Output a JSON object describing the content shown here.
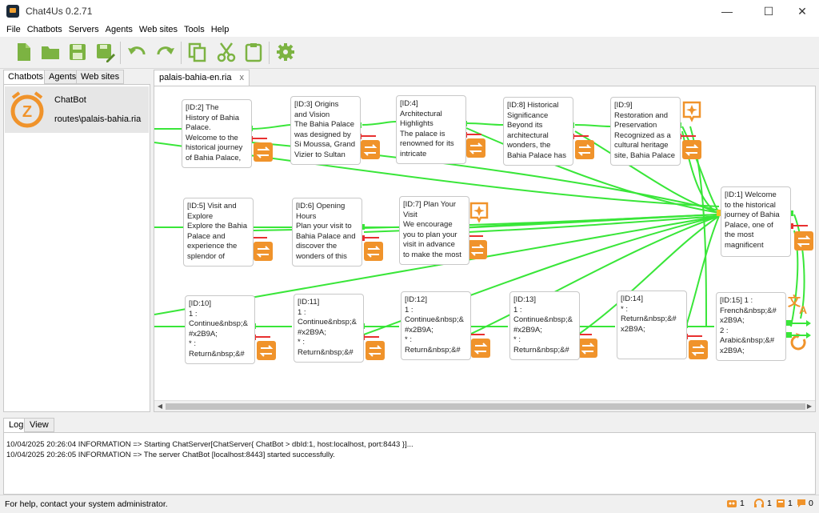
{
  "window": {
    "title": "Chat4Us 0.2.71",
    "minimize": "—",
    "maximize": "☐",
    "close": "✕"
  },
  "menu": [
    "File",
    "Chatbots",
    "Servers",
    "Agents",
    "Web sites",
    "Tools",
    "Help"
  ],
  "toolbar": {
    "icons": [
      "new-file-icon",
      "open-folder-icon",
      "save-icon",
      "save-as-icon",
      "undo-icon",
      "redo-icon",
      "copy-icon",
      "cut-icon",
      "paste-icon",
      "settings-icon"
    ],
    "accent": "#7cb342"
  },
  "left_panel": {
    "tabs": [
      "Chatbots",
      "Agents",
      "Web sites"
    ],
    "chatbot": {
      "name": "ChatBot",
      "route": "routes\\palais-bahia.ria",
      "icon_letter": "Z"
    },
    "icon_color": "#f0932b"
  },
  "editor": {
    "tab_label": "palais-bahia-en.ria",
    "tab_close": "x",
    "edge_color": "#39e639",
    "nodes": [
      {
        "id": "n2",
        "text": "[ID:2] The\nHistory of Bahia\nPalace.\nWelcome to the\nhistorical journey\nof Bahia Palace,"
      },
      {
        "id": "n3",
        "text": "[ID:3] Origins\nand Vision\nThe Bahia Palace\nwas designed by\nSi Moussa, Grand\nVizier to Sultan"
      },
      {
        "id": "n4",
        "text": "[ID:4]\nArchitectural\nHighlights\nThe palace is\nrenowned for its\nintricate"
      },
      {
        "id": "n8",
        "text": "[ID:8] Historical\nSignificance\nBeyond its\narchitectural\nwonders, the\nBahia Palace has"
      },
      {
        "id": "n9",
        "text": "[ID:9]\nRestoration and\nPreservation\nRecognized as a\ncultural heritage\nsite, Bahia Palace"
      },
      {
        "id": "n1",
        "text": "[ID:1] Welcome\nto the historical\njourney of Bahia\nPalace, one of\nthe most\nmagnificent"
      },
      {
        "id": "n5",
        "text": "[ID:5] Visit and\nExplore\nExplore the Bahia\nPalace and\nexperience the\nsplendor of"
      },
      {
        "id": "n6",
        "text": "[ID:6] Opening\nHours\nPlan your visit to\nBahia Palace and\ndiscover the\nwonders of this"
      },
      {
        "id": "n7",
        "text": "[ID:7] Plan Your\nVisit\nWe encourage\nyou to plan your\nvisit in advance\nto make the most"
      },
      {
        "id": "n10",
        "text": "[ID:10]\n1 :\nContinue&nbsp;&\n#x2B9A;\n* :\nReturn&nbsp;&#"
      },
      {
        "id": "n11",
        "text": "[ID:11]\n1 :\nContinue&nbsp;&\n#x2B9A;\n* :\nReturn&nbsp;&#"
      },
      {
        "id": "n12",
        "text": "[ID:12]\n1 :\nContinue&nbsp;&\n#x2B9A;\n* :\nReturn&nbsp;&#"
      },
      {
        "id": "n13",
        "text": "[ID:13]\n1 :\nContinue&nbsp;&\n#x2B9A;\n* :\nReturn&nbsp;&#"
      },
      {
        "id": "n14",
        "text": "[ID:14]\n* :\nReturn&nbsp;&#\nx2B9A;"
      },
      {
        "id": "n15",
        "text": "[ID:15] 1 :\nFrench&nbsp;&#\nx2B9A;\n2 :\nArabic&nbsp;&#\nx2B9A;"
      }
    ]
  },
  "log": {
    "tabs": [
      "Log",
      "View"
    ],
    "lines": [
      "10/04/2025 20:26:04 INFORMATION => Starting ChatServer[ChatServer{ ChatBot > dbId:1, host:localhost, port:8443 }]...",
      "10/04/2025 20:26:05 INFORMATION => The server ChatBot [localhost:8443] started successfully."
    ]
  },
  "status": {
    "text": "For help, contact your system administrator.",
    "counts": [
      {
        "icon": "robot-icon",
        "value": "1"
      },
      {
        "icon": "headset-icon",
        "value": "1"
      },
      {
        "icon": "server-icon",
        "value": "1"
      },
      {
        "icon": "message-icon",
        "value": "0"
      }
    ]
  }
}
